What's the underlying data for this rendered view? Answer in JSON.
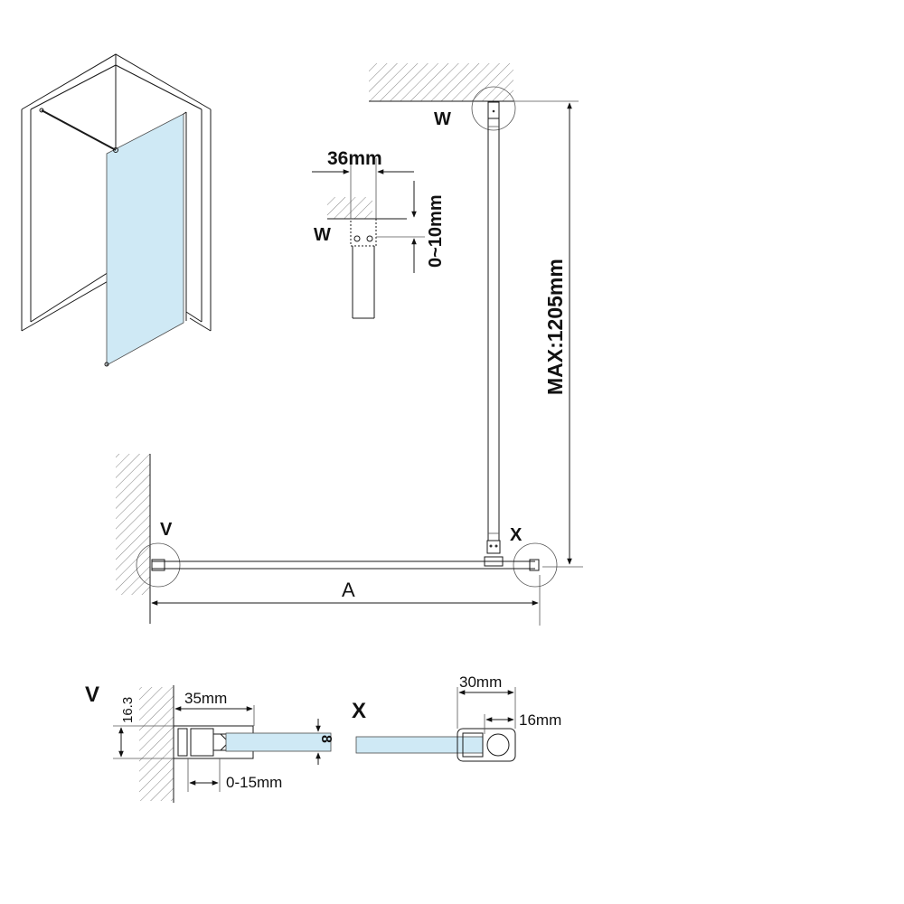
{
  "diagram": {
    "labels": {
      "w_top": "W",
      "w_detail": "W",
      "v_plan": "V",
      "x_plan": "X",
      "a_dim": "A",
      "max_height": "MAX:1205mm",
      "w_width": "36mm",
      "w_gap": "0~10mm",
      "v_detail": "V",
      "v_height": "16.3",
      "v_width": "35mm",
      "v_adjust": "0-15mm",
      "glass_thickness": "8",
      "x_detail": "X",
      "x_width": "30mm",
      "x_depth": "16mm"
    },
    "colors": {
      "glass": "#cfe9f5",
      "line": "#1a1a1a"
    }
  }
}
